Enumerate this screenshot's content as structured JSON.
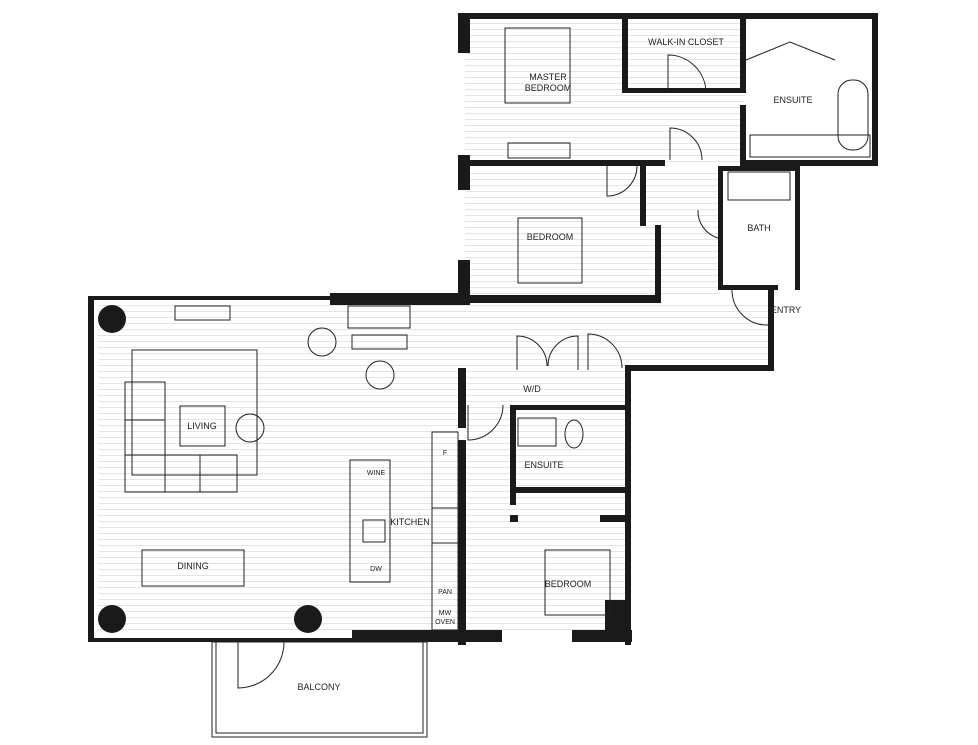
{
  "rooms": {
    "master_bedroom": [
      "MASTER",
      "BEDROOM"
    ],
    "walk_in_closet": "WALK-IN CLOSET",
    "master_ensuite": "ENSUITE",
    "bedroom_2": "BEDROOM",
    "bath": "BATH",
    "entry": "ENTRY",
    "living": "LIVING",
    "wd": "W/D",
    "ensuite_2": "ENSUITE",
    "wine": "WINE",
    "fridge": "F",
    "kitchen": "KITCHEN",
    "dw": "DW",
    "dining": "DINING",
    "pantry": "PAN",
    "mw_oven": [
      "MW",
      "OVEN"
    ],
    "bedroom_3": "BEDROOM",
    "balcony": "BALCONY"
  },
  "colors": {
    "wall": "#1a1a1a",
    "floor_line": "#e4e4e4"
  }
}
